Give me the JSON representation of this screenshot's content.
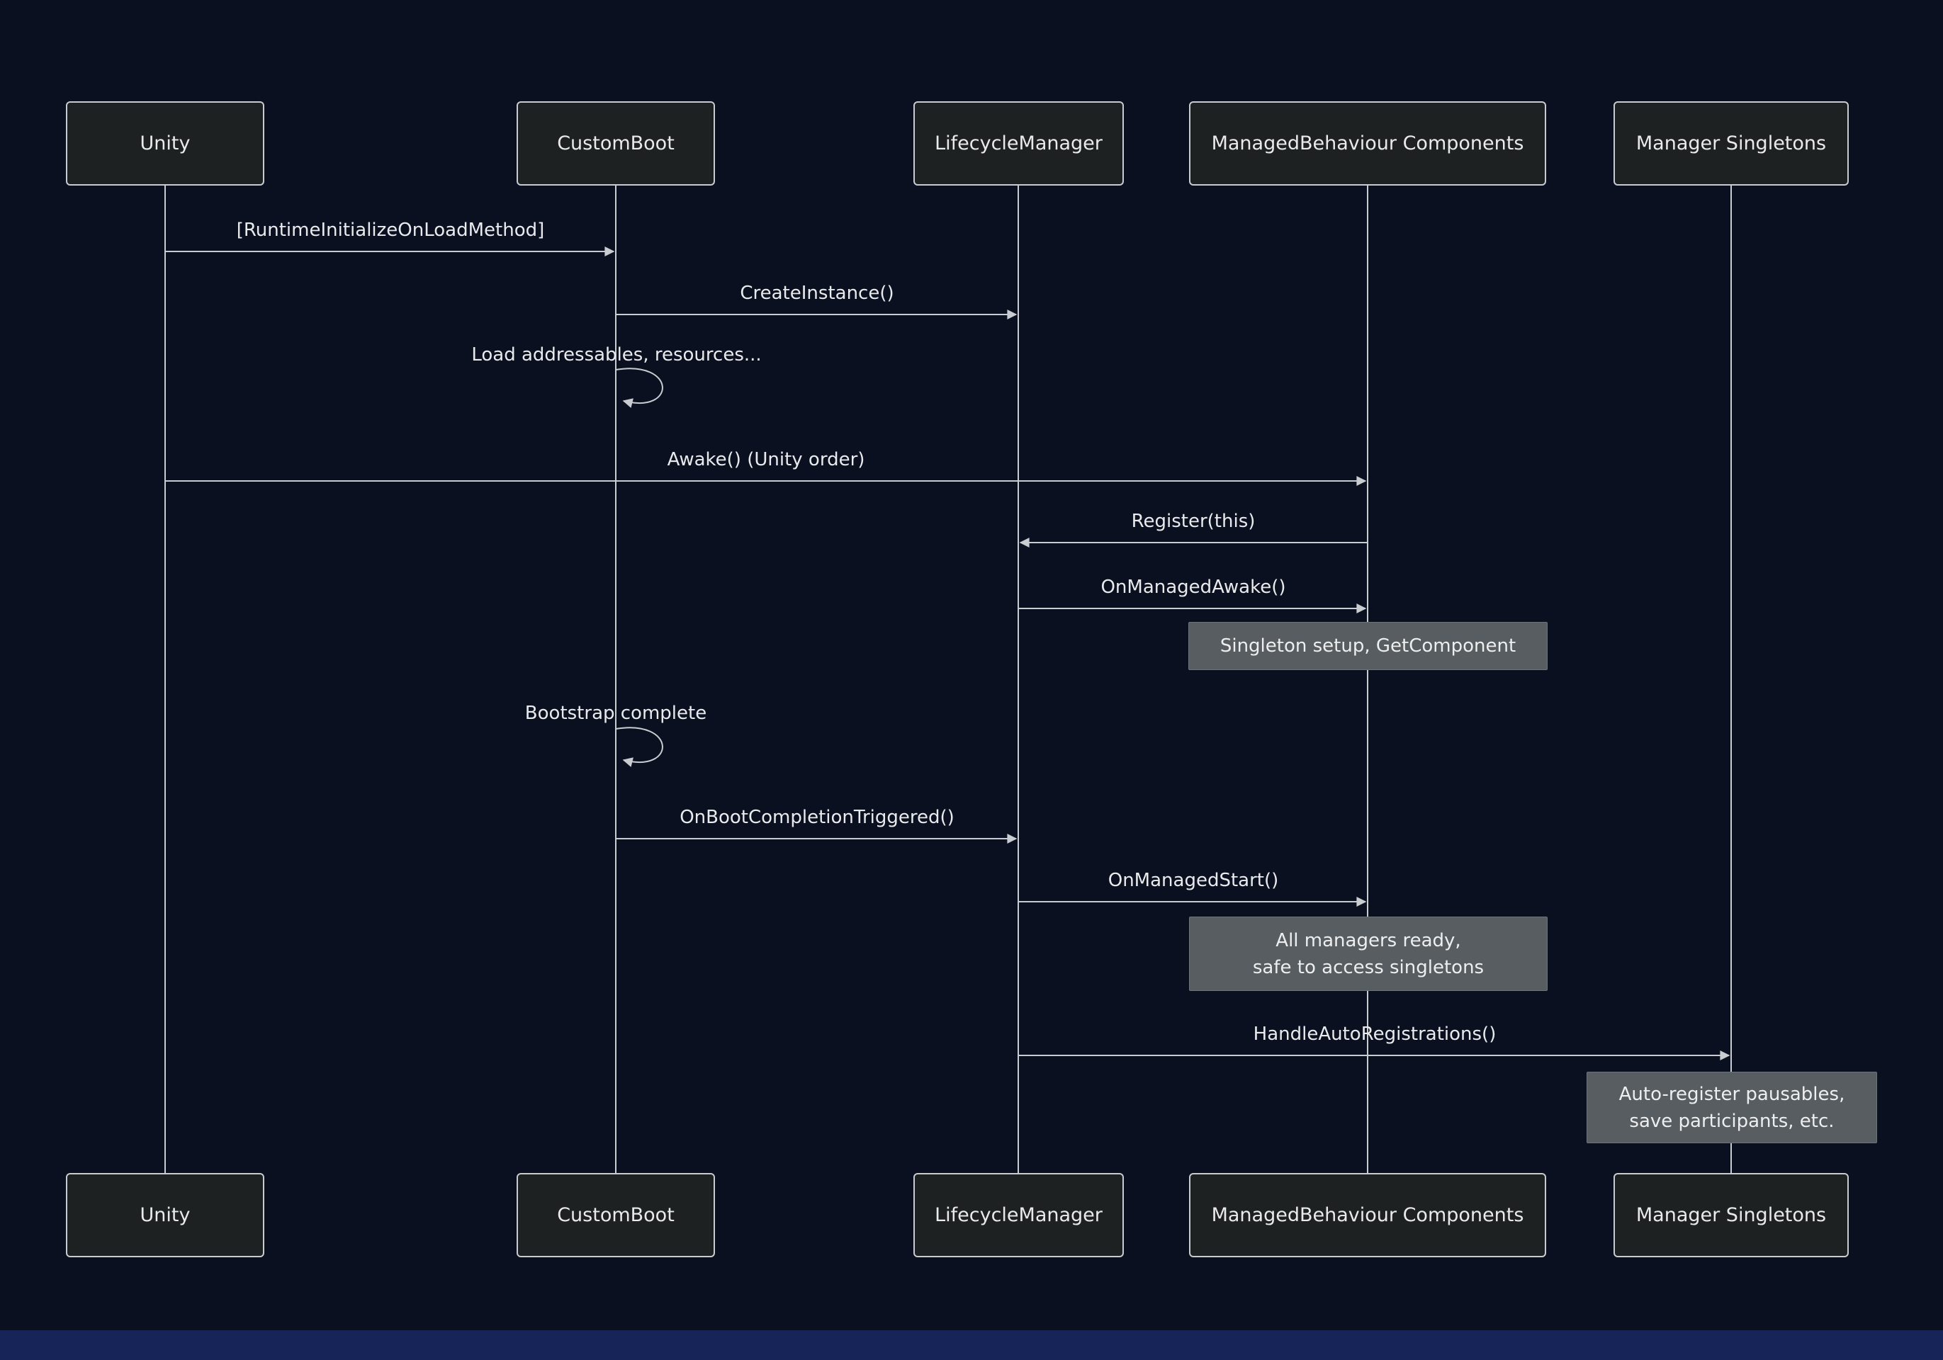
{
  "diagram": {
    "type": "sequence-diagram",
    "actors": [
      {
        "label": "Unity"
      },
      {
        "label": "CustomBoot"
      },
      {
        "label": "LifecycleManager"
      },
      {
        "label": "ManagedBehaviour Components"
      },
      {
        "label": "Manager Singletons"
      }
    ],
    "messages": [
      {
        "from": "Unity",
        "to": "CustomBoot",
        "label": "[RuntimeInitializeOnLoadMethod]"
      },
      {
        "from": "CustomBoot",
        "to": "LifecycleManager",
        "label": "CreateInstance()"
      },
      {
        "from": "CustomBoot",
        "to": "CustomBoot",
        "label": "Load addressables, resources..."
      },
      {
        "from": "Unity",
        "to": "ManagedBehaviour Components",
        "label": "Awake() (Unity order)"
      },
      {
        "from": "ManagedBehaviour Components",
        "to": "LifecycleManager",
        "label": "Register(this)"
      },
      {
        "from": "LifecycleManager",
        "to": "ManagedBehaviour Components",
        "label": "OnManagedAwake()"
      },
      {
        "from": "CustomBoot",
        "to": "CustomBoot",
        "label": "Bootstrap complete"
      },
      {
        "from": "CustomBoot",
        "to": "LifecycleManager",
        "label": "OnBootCompletionTriggered()"
      },
      {
        "from": "LifecycleManager",
        "to": "ManagedBehaviour Components",
        "label": "OnManagedStart()"
      },
      {
        "from": "LifecycleManager",
        "to": "Manager Singletons",
        "label": "HandleAutoRegistrations()"
      }
    ],
    "notes": [
      {
        "over": "ManagedBehaviour Components",
        "text": "Singleton setup, GetComponent"
      },
      {
        "over": "ManagedBehaviour Components",
        "text": "All managers ready,\nsafe to access singletons"
      },
      {
        "over": "Manager Singletons",
        "text": "Auto-register pausables,\nsave participants, etc."
      }
    ],
    "colors": {
      "background": "#0b1021",
      "actor_fill": "#1e2122",
      "actor_border": "#c8ccd0",
      "line": "#c9ccd0",
      "note_fill": "#585d61",
      "text": "#e8eaec",
      "bottom_strip": "#162457"
    }
  }
}
